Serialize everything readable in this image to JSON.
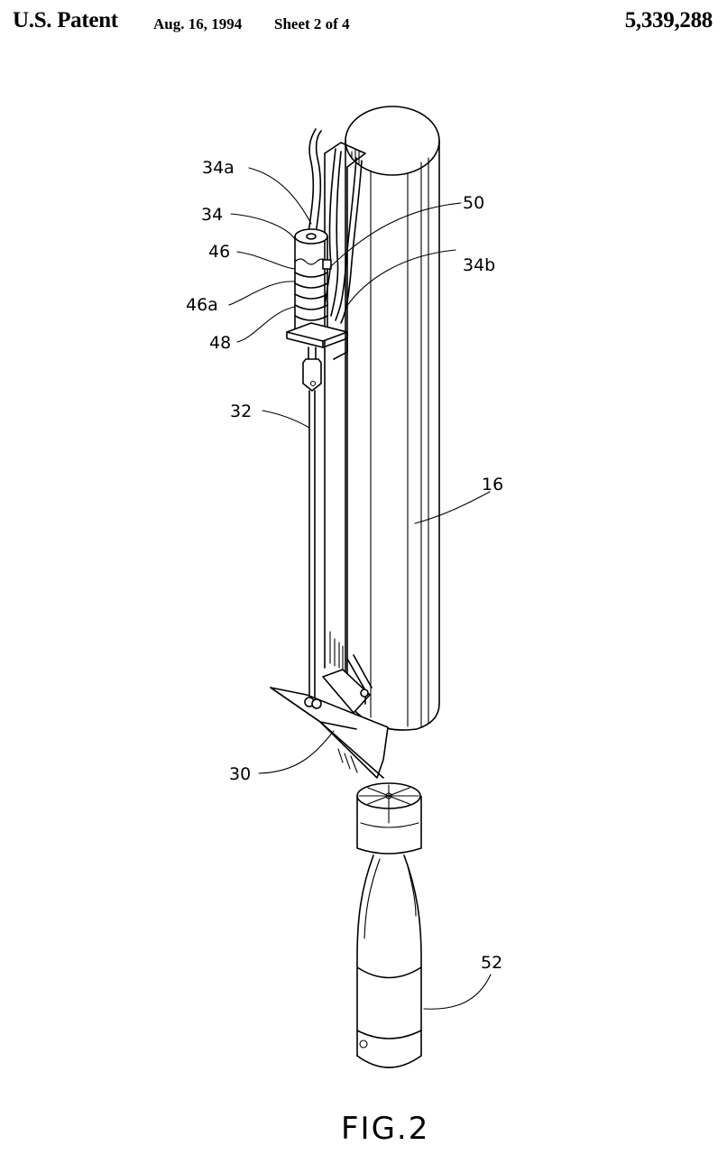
{
  "header": {
    "title": "U.S. Patent",
    "date": "Aug. 16, 1994",
    "sheet": "Sheet 2 of 4",
    "patent_number": "5,339,288"
  },
  "figure": {
    "caption": "FIG.2",
    "reference_labels": {
      "r34a": "34a",
      "r34": "34",
      "r46": "46",
      "r46a": "46a",
      "r48": "48",
      "r50": "50",
      "r34b": "34b",
      "r32": "32",
      "r16": "16",
      "r30": "30",
      "r52": "52"
    },
    "components": [
      "tube",
      "actuator-cylinder",
      "spring",
      "mounting-bracket",
      "push-rod",
      "gate-flap",
      "bottle-with-cap"
    ]
  }
}
